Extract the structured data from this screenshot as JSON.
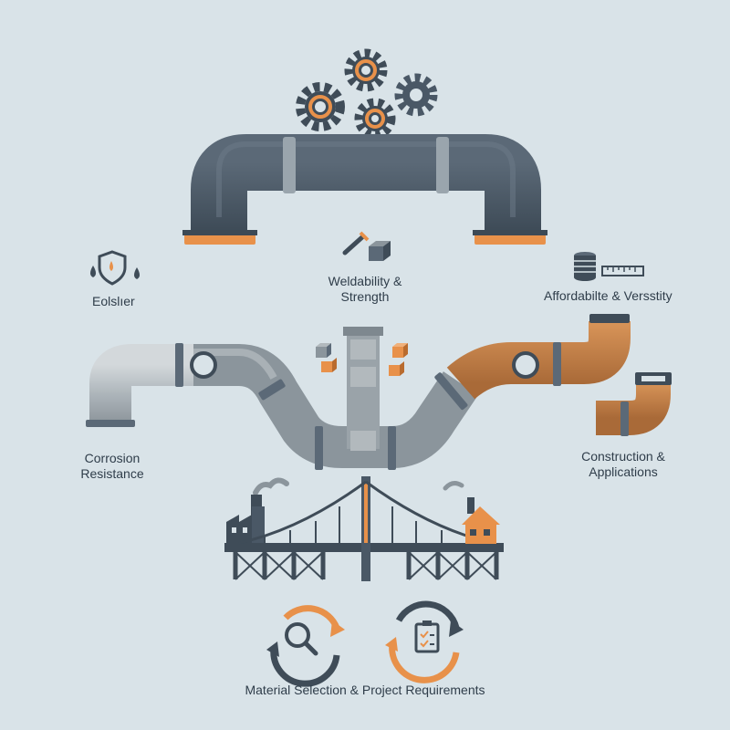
{
  "labels": {
    "eolsher": "Eolslıer",
    "weldability_line1": "Weldability &",
    "weldability_line2": "Strength",
    "affordability": "Affordabilte & Versstity",
    "corrosion_line1": "Corrosion",
    "corrosion_line2": "Resistance",
    "construction_line1": "Construction &",
    "construction_line2": "Applications",
    "bottom_caption": "Material Selection & Project Requirements"
  },
  "icons": [
    "gears-icon",
    "shield-droplets-icon",
    "welding-torch-icon",
    "coin-stack-ruler-icon",
    "factory-icon",
    "suspension-bridge-icon",
    "house-icon",
    "search-cycle-icon",
    "clipboard-cycle-icon"
  ],
  "colors": {
    "background": "#d9e3e8",
    "pipe_dark": "#4a5866",
    "pipe_mid": "#8b959c",
    "pipe_light": "#b9c1c6",
    "accent_orange": "#e8914a",
    "copper": "#c9824a",
    "text": "#2f3d4a"
  }
}
